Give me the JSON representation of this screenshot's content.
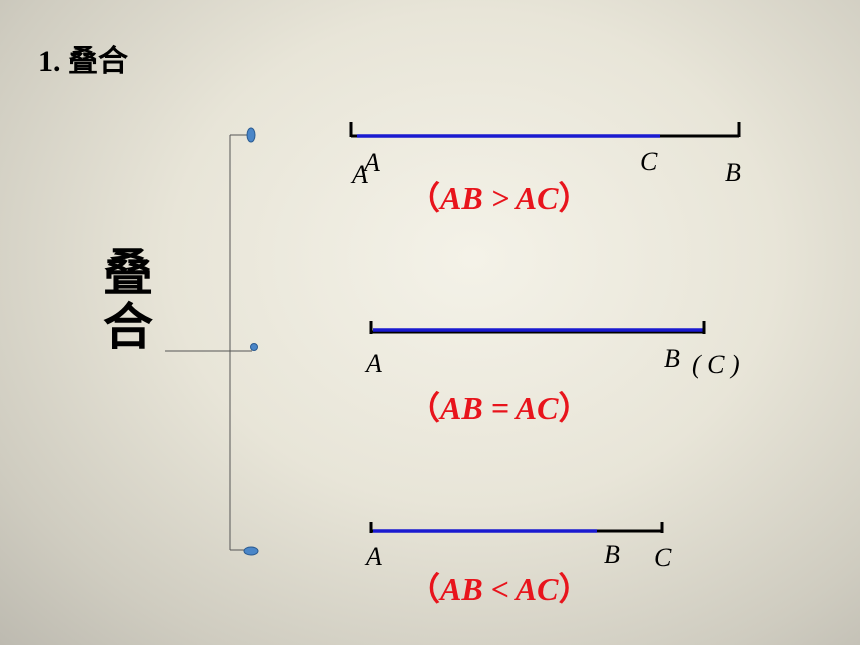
{
  "heading": "1.  叠合",
  "side_title": "叠合",
  "cases": [
    {
      "labels": {
        "a1": "A",
        "a2": "A",
        "c": "C",
        "b": "B"
      },
      "relation": {
        "open": "（",
        "expr": "AB > AC",
        "close": "）"
      }
    },
    {
      "labels": {
        "a1": "A",
        "b": "B",
        "c_paren": "( C )"
      },
      "relation": {
        "open": "（",
        "expr": "AB = AC",
        "close": "）"
      }
    },
    {
      "labels": {
        "a1": "A",
        "b": "B",
        "c": "C"
      },
      "relation": {
        "open": "（",
        "expr": "AB < AC",
        "close": "）"
      }
    }
  ],
  "colors": {
    "segment_ac": "#1a1ad0",
    "segment_ab": "#000000",
    "relation_text": "#e8141c",
    "bracket": "#555555",
    "node": "#4a86c8"
  }
}
